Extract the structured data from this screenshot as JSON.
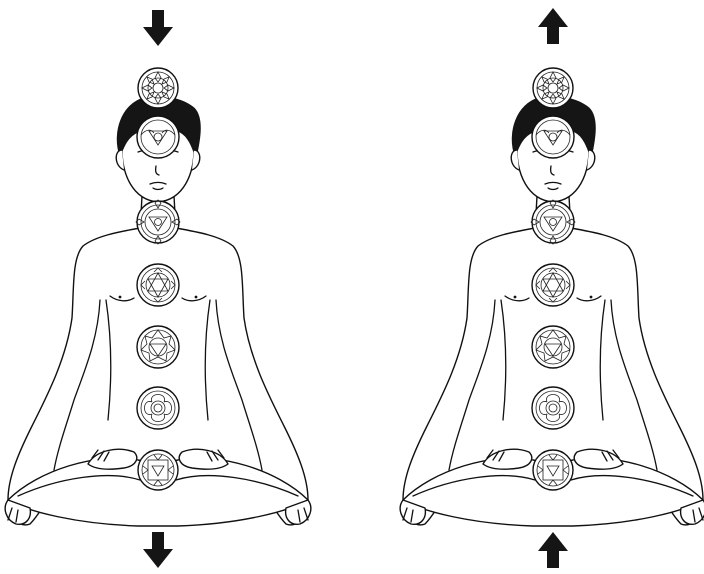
{
  "colors": {
    "line": "#111111",
    "hair": "#151515",
    "arrow": "#151515",
    "background": "#ffffff"
  },
  "figures": [
    {
      "id": "left",
      "direction": "down",
      "arrows": [
        "arrow-down-icon",
        "arrow-down-icon"
      ],
      "chakras": [
        "crown-chakra-icon",
        "third-eye-chakra-icon",
        "throat-chakra-icon",
        "heart-chakra-icon",
        "solar-plexus-chakra-icon",
        "sacral-chakra-icon",
        "root-chakra-icon"
      ]
    },
    {
      "id": "right",
      "direction": "up",
      "arrows": [
        "arrow-up-icon",
        "arrow-up-icon"
      ],
      "chakras": [
        "crown-chakra-icon",
        "third-eye-chakra-icon",
        "throat-chakra-icon",
        "heart-chakra-icon",
        "solar-plexus-chakra-icon",
        "sacral-chakra-icon",
        "root-chakra-icon"
      ]
    }
  ]
}
